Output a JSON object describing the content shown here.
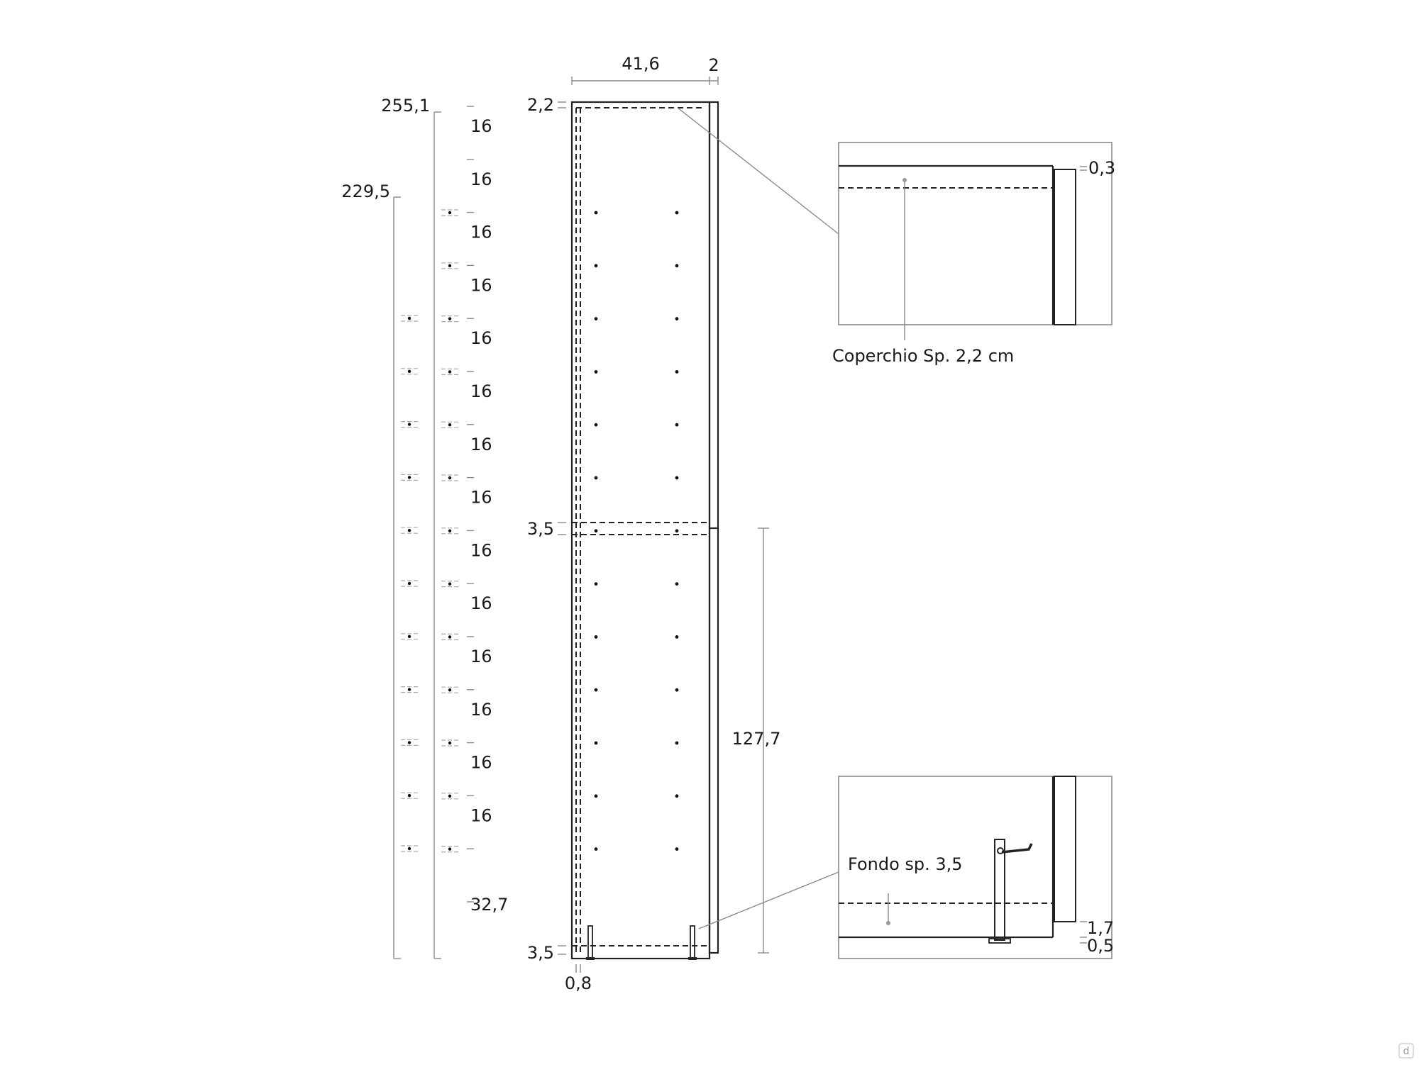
{
  "top_dims": {
    "width": "41,6",
    "door": "2"
  },
  "left_dims": {
    "overall_height": "255,1",
    "inner_height": "229,5",
    "pitch_labels": [
      "16",
      "16",
      "16",
      "16",
      "16",
      "16",
      "16",
      "16",
      "16",
      "16",
      "16",
      "16",
      "16",
      "16"
    ],
    "bottom_label": "32,7"
  },
  "cabinet_dims": {
    "top": "2,2",
    "mid": "3,5",
    "bottom": "3,5",
    "foot": "0,8",
    "door_height": "127,7"
  },
  "detail_top": {
    "label": "Coperchio Sp. 2,2 cm",
    "gap": "0,3"
  },
  "detail_bottom": {
    "label": "Fondo sp. 3,5",
    "dim1": "1,7",
    "dim2": "0,5"
  },
  "corner_mark": "d"
}
